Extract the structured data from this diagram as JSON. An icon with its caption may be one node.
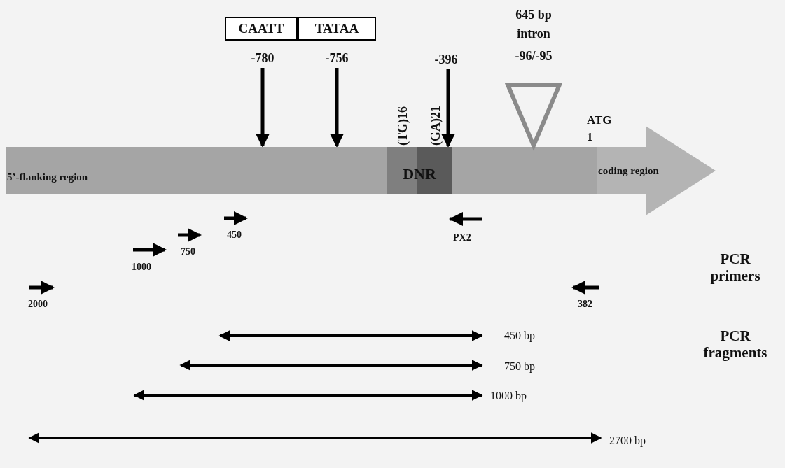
{
  "diagram": {
    "nodes": [
      {
        "text": [
          "CAATT"
        ]
      },
      {
        "text": [
          "TATAA"
        ]
      },
      {
        "text": [
          "-780"
        ]
      },
      {
        "text": [
          "-756"
        ]
      },
      {
        "text": [
          "-396"
        ]
      },
      {
        "text": [
          "5’-flanking region"
        ]
      },
      {
        "text": [
          "DNR"
        ],
        "in": 5
      },
      {
        "text": [
          "coding region"
        ]
      },
      {
        "text": [],
        "shape": "triangle",
        "beside": [
          "645 bp intron",
          "-96/-95"
        ]
      }
    ],
    "edges": [
      {
        "from": 2,
        "to": 5,
        "arrow": "to"
      },
      {
        "from": 3,
        "to": 5,
        "arrow": "to"
      },
      {
        "from": 4,
        "to": 6,
        "arrow": "to"
      }
    ],
    "labels": [
      "(TG)16",
      "(GA)21",
      "ATG 1",
      "450",
      "PX2",
      "750",
      "1000",
      "PCR primers",
      "2000",
      "382",
      "450 bp",
      "PCR fragments",
      "750 bp",
      "1000 bp",
      "2700 bp"
    ]
  }
}
